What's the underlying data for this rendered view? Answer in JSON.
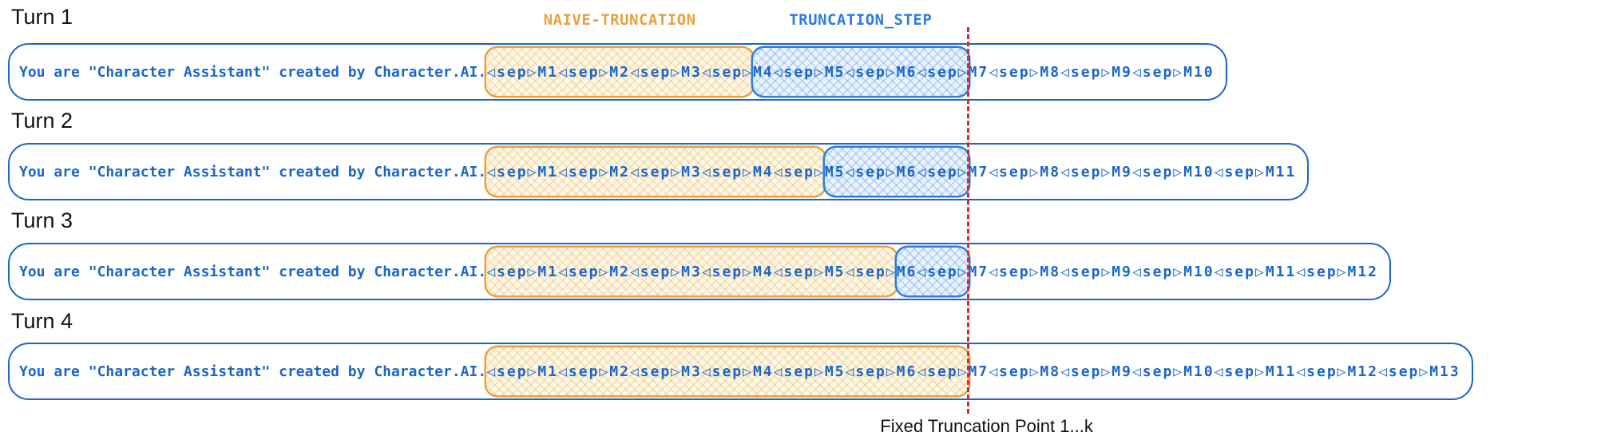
{
  "colors": {
    "blue": "#1a66c9",
    "orange": "#e9a23d",
    "step_blue": "#2b7de0",
    "red": "#d42a2a"
  },
  "legend": {
    "naive_label": "NAIVE-TRUNCATION",
    "step_label": "TRUNCATION_STEP"
  },
  "footer": {
    "truncation_point_label": "Fixed Truncation Point 1...k"
  },
  "turns": [
    {
      "label": "Turn 1",
      "prefix": "You are \"Character Assistant\" created by Character.AI.",
      "naive_segment": "◁sep▷M1◁sep▷M2◁sep▷M3◁sep▷",
      "step_segment": "M4◁sep▷M5◁sep▷M6◁sep▷",
      "kept_tail": "M7◁sep▷M8◁sep▷M9◁sep▷M10"
    },
    {
      "label": "Turn 2",
      "prefix": "You are \"Character Assistant\" created by Character.AI.",
      "naive_segment": "◁sep▷M1◁sep▷M2◁sep▷M3◁sep▷M4◁sep▷",
      "step_segment": "M5◁sep▷M6◁sep▷",
      "kept_tail": "M7◁sep▷M8◁sep▷M9◁sep▷M10◁sep▷M11"
    },
    {
      "label": "Turn 3",
      "prefix": "You are \"Character Assistant\" created by Character.AI.",
      "naive_segment": "◁sep▷M1◁sep▷M2◁sep▷M3◁sep▷M4◁sep▷M5◁sep▷",
      "step_segment": "M6◁sep▷",
      "kept_tail": "M7◁sep▷M8◁sep▷M9◁sep▷M10◁sep▷M11◁sep▷M12"
    },
    {
      "label": "Turn 4",
      "prefix": "You are \"Character Assistant\" created by Character.AI.",
      "naive_segment": "◁sep▷M1◁sep▷M2◁sep▷M3◁sep▷M4◁sep▷M5◁sep▷M6◁sep▷",
      "step_segment": "",
      "kept_tail": "M7◁sep▷M8◁sep▷M9◁sep▷M10◁sep▷M11◁sep▷M12◁sep▷M13"
    }
  ]
}
